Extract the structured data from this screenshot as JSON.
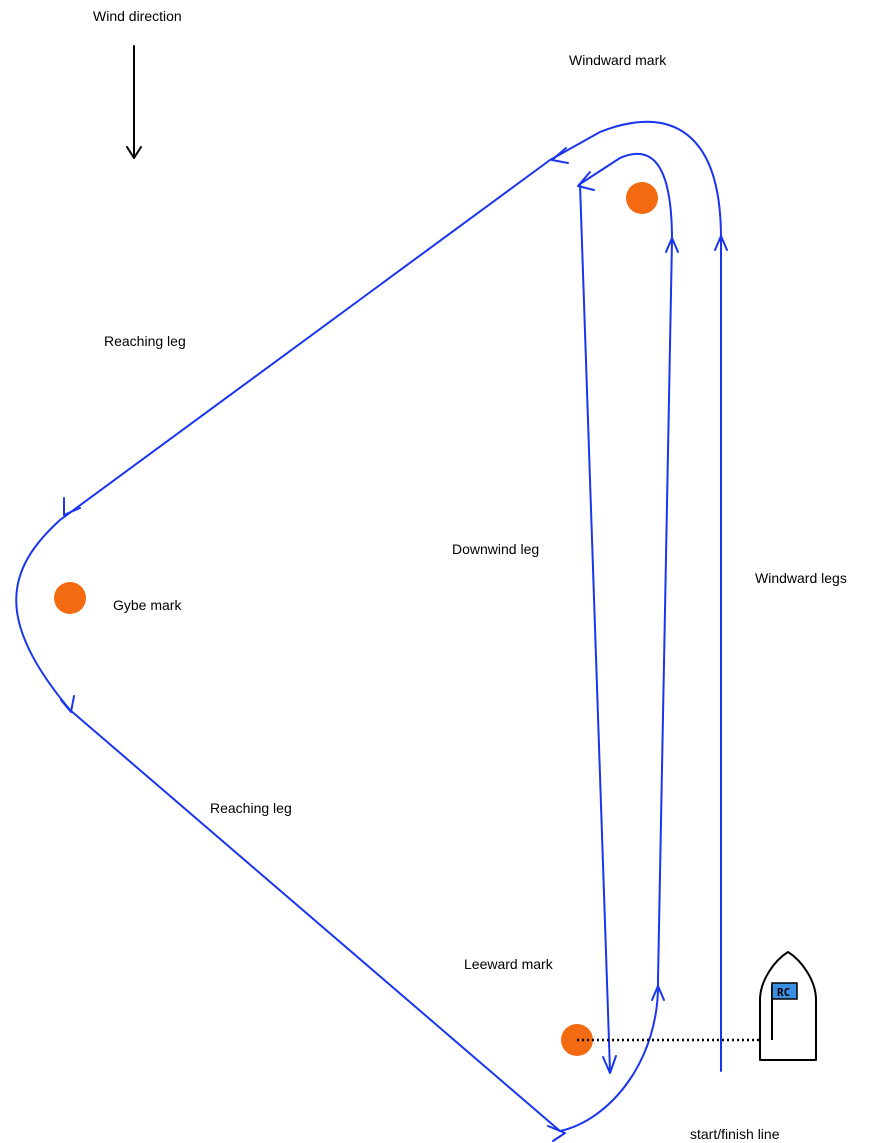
{
  "labels": {
    "wind_direction": "Wind direction",
    "windward_mark": "Windward mark",
    "reaching_leg_top": "Reaching leg",
    "downwind_leg": "Downwind leg",
    "windward_legs": "Windward legs",
    "gybe_mark": "Gybe mark",
    "reaching_leg_bottom": "Reaching leg",
    "leeward_mark": "Leeward mark",
    "start_finish_line": "start/finish line"
  },
  "committee_boat": {
    "flag_text": "RC"
  },
  "colors": {
    "course": "#1a35f0",
    "marks": "#f46a10",
    "flag": "#3a8fe0"
  }
}
